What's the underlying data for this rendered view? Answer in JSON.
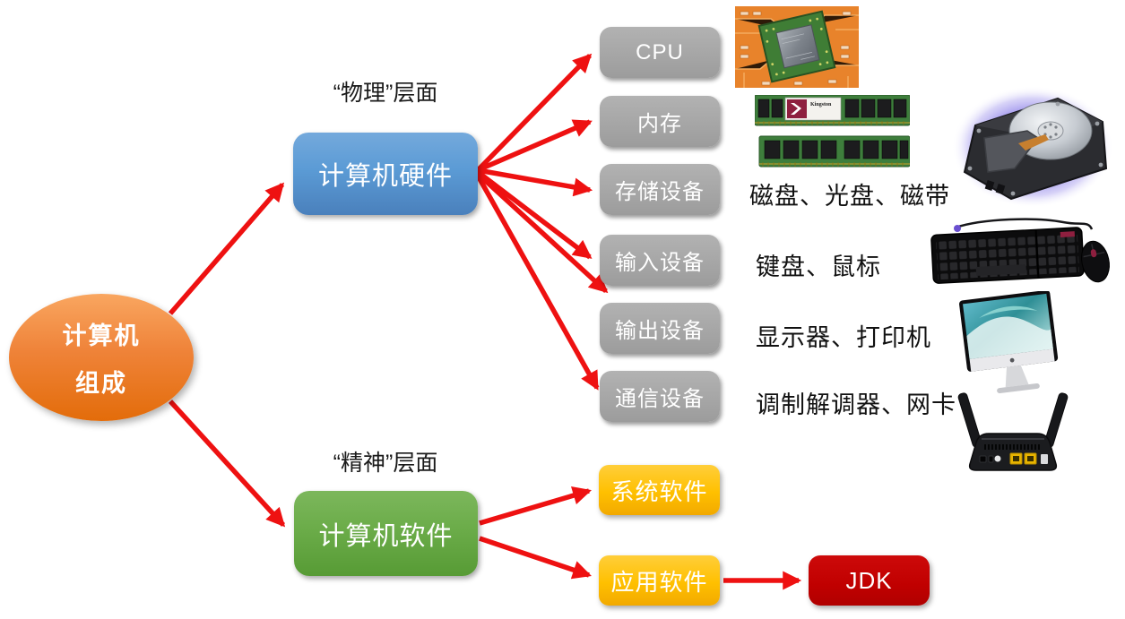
{
  "diagram": {
    "root": {
      "line1": "计算机",
      "line2": "组成"
    },
    "hardware": {
      "layer_label": "“物理”层面",
      "label": "计算机硬件",
      "items": [
        {
          "label": "CPU",
          "examples": ""
        },
        {
          "label": "内存",
          "examples": ""
        },
        {
          "label": "存储设备",
          "examples": "磁盘、光盘、磁带"
        },
        {
          "label": "输入设备",
          "examples": "键盘、鼠标"
        },
        {
          "label": "输出设备",
          "examples": "显示器、打印机"
        },
        {
          "label": "通信设备",
          "examples": "调制解调器、网卡"
        }
      ]
    },
    "software": {
      "layer_label": "“精神”层面",
      "label": "计算机软件",
      "items": [
        {
          "label": "系统软件"
        },
        {
          "label": "应用软件"
        }
      ],
      "jdk_label": "JDK"
    },
    "images": {
      "cpu": "cpu-chip-photo",
      "ram": "memory-modules-photo",
      "ram_brand": "Kingston",
      "hdd": "hard-disk-photo",
      "keyboard": "keyboard-mouse-photo",
      "monitor": "imac-monitor-photo",
      "router": "router-photo"
    },
    "colors": {
      "root_fill": "#ED7D31",
      "hardware_fill": "#5B9BD5",
      "software_fill": "#70AD47",
      "component_fill": "#A6A6A6",
      "software_item_fill": "#FFC000",
      "jdk_fill": "#C00000",
      "arrow": "#EE1111"
    }
  }
}
